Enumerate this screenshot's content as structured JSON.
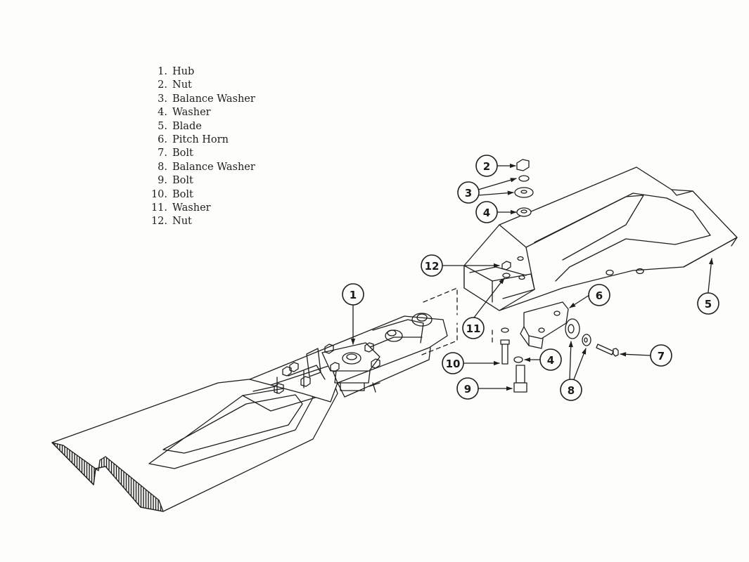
{
  "legend": [
    {
      "num": "1.",
      "label": "Hub"
    },
    {
      "num": "2.",
      "label": "Nut"
    },
    {
      "num": "3.",
      "label": "Balance Washer"
    },
    {
      "num": "4.",
      "label": "Washer"
    },
    {
      "num": "5.",
      "label": "Blade"
    },
    {
      "num": "6.",
      "label": "Pitch Horn"
    },
    {
      "num": "7.",
      "label": "Bolt"
    },
    {
      "num": "8.",
      "label": "Balance Washer"
    },
    {
      "num": "9.",
      "label": "Bolt"
    },
    {
      "num": "10.",
      "label": "Bolt"
    },
    {
      "num": "11.",
      "label": "Washer"
    },
    {
      "num": "12.",
      "label": "Nut"
    }
  ],
  "callouts": {
    "c1": "1",
    "c2": "2",
    "c3": "3",
    "c4a": "4",
    "c4b": "4",
    "c5": "5",
    "c6": "6",
    "c7": "7",
    "c8": "8",
    "c9": "9",
    "c10": "10",
    "c11": "11",
    "c12": "12"
  },
  "colors": {
    "ink": "#1e1e1e",
    "paper": "#fdfdfb"
  }
}
